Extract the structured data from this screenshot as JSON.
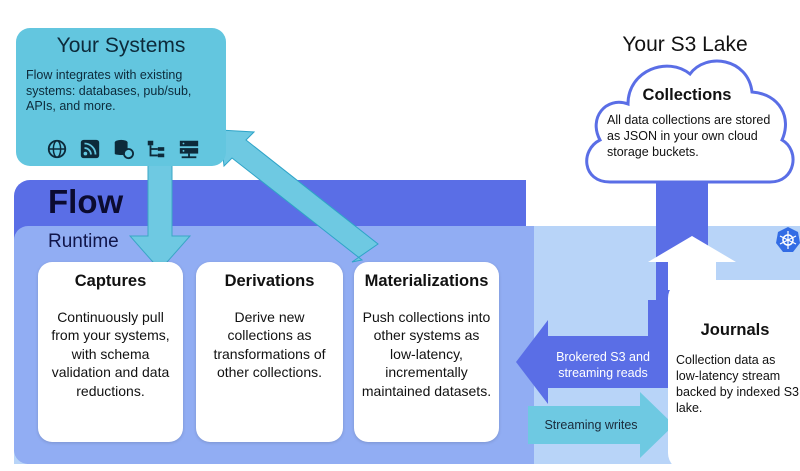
{
  "your_systems": {
    "title": "Your Systems",
    "description": "Flow integrates with existing systems: databases, pub/sub, APIs, and more.",
    "icons": [
      "globe-icon",
      "rss-feed-icon",
      "database-sync-icon",
      "tree-hierarchy-icon",
      "server-icon"
    ]
  },
  "flow": {
    "title": "Flow",
    "runtime_label": "Runtime"
  },
  "captures": {
    "title": "Captures",
    "body": "Continuously pull from your systems, with schema validation and data reductions."
  },
  "derivations": {
    "title": "Derivations",
    "body": "Derive new collections as transformations of other collections."
  },
  "materializations": {
    "title": "Materializations",
    "body": "Push collections into other systems as low-latency, incrementally maintained datasets."
  },
  "s3_lake": {
    "title": "Your S3 Lake",
    "collections_title": "Collections",
    "collections_body": "All data collections are stored as JSON in your own cloud storage buckets."
  },
  "journals": {
    "title": "Journals",
    "body": "Collection data as low-latency stream backed by indexed S3 lake."
  },
  "arrows": {
    "brokered": "Brokered S3 and streaming reads",
    "streaming_writes": "Streaming writes"
  },
  "colors": {
    "systems_box": "#63c6df",
    "flow_dark": "#5a6ee6",
    "runtime": "#91adf3",
    "runtime_light": "#b8d4f8",
    "arrow_teal": "#6ec9e2",
    "arrow_blue": "#5a6ee6"
  }
}
